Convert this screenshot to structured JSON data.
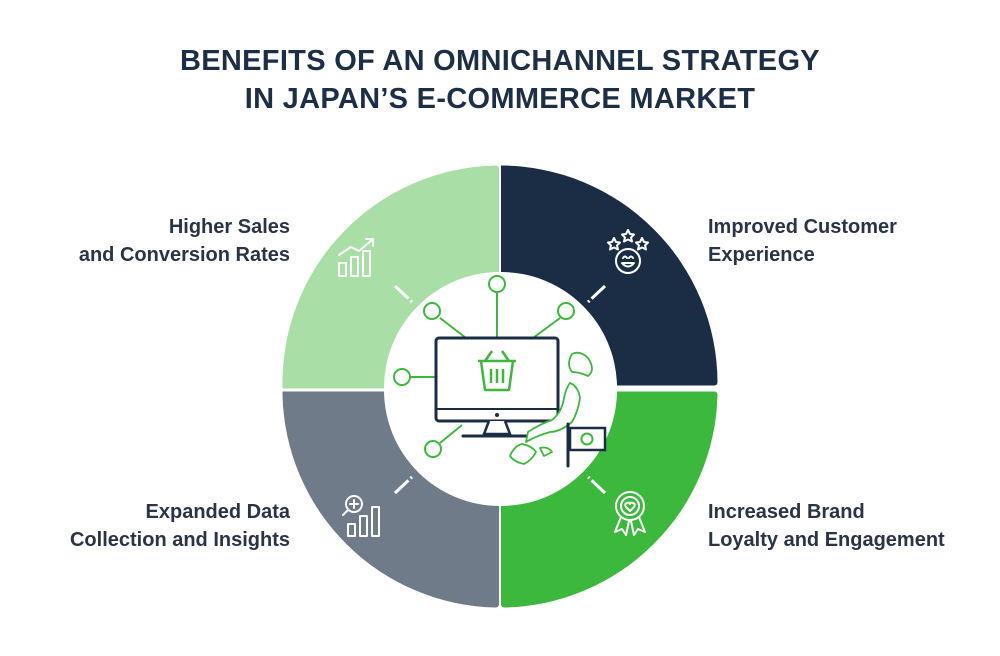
{
  "title": {
    "line1": "BENEFITS OF AN OMNICHANNEL STRATEGY",
    "line2": "IN JAPAN’S E-COMMERCE MARKET"
  },
  "segments": [
    {
      "id": "top-left",
      "lines": [
        "Higher Sales",
        "and Conversion Rates"
      ],
      "color": "#a9dfa6",
      "icon": "growth-chart-icon"
    },
    {
      "id": "top-right",
      "lines": [
        "Improved Customer",
        "Experience"
      ],
      "color": "#1b2d45",
      "icon": "happy-face-stars-icon"
    },
    {
      "id": "bottom-left",
      "lines": [
        "Expanded Data",
        "Collection and Insights"
      ],
      "color": "#6f7b88",
      "icon": "data-analysis-icon"
    },
    {
      "id": "bottom-right",
      "lines": [
        "Increased Brand",
        "Loyalty and Engagement"
      ],
      "color": "#3cb83d",
      "icon": "award-ribbon-icon"
    }
  ],
  "colors": {
    "title": "#1d2f47",
    "label": "#2a3446",
    "center_line": "#3cb83d",
    "center_dark": "#1b2d45",
    "inner_ring_green": "#3cb83d",
    "inner_ring_dark": "#1b2d45",
    "inner_ring_gray": "#6f7b88",
    "inner_ring_light": "#a9dfa6"
  },
  "center_icons": [
    "monitor-icon",
    "shopping-basket-icon",
    "network-nodes-icon",
    "japan-map-icon",
    "japan-flag-icon"
  ]
}
